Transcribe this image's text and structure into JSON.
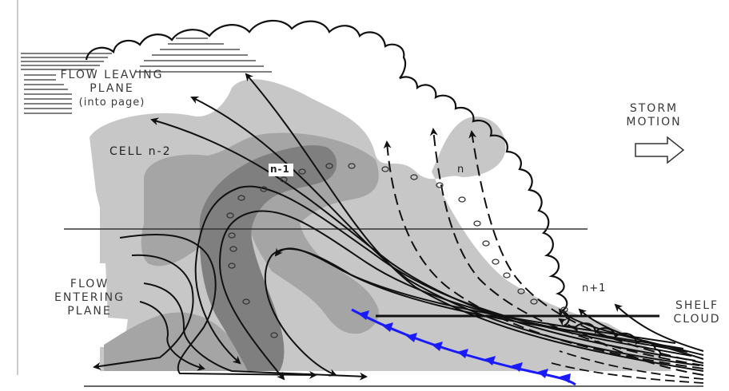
{
  "labels": {
    "flow_leaving": [
      "FLOW LEAVING",
      "PLANE",
      "(into page)"
    ],
    "storm_motion": [
      "STORM",
      "MOTION"
    ],
    "flow_entering": [
      "FLOW",
      "ENTERING",
      "PLANE"
    ],
    "shelf_cloud": [
      "SHELF",
      "CLOUD"
    ],
    "cell_n2": "CELL n-2",
    "cell_n1": "n-1",
    "cell_n": "n",
    "cell_np1": "n+1"
  },
  "colors": {
    "light_echo": "#c7c7c7",
    "medium_echo": "#a5a5a5",
    "dark_echo": "#7f7f7f",
    "gust_front": "#1a1aff",
    "lines": "#111111"
  }
}
